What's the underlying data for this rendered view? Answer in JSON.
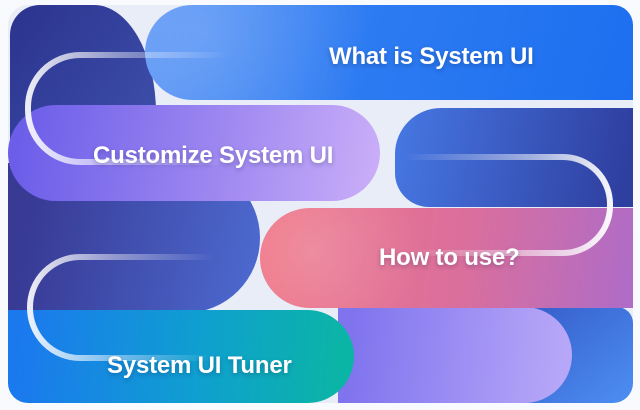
{
  "banner": {
    "kind": "system-ui-topic-banner",
    "topics": [
      {
        "label": "What is System UI",
        "color_start": "#5e97f5",
        "color_end": "#1d6ff0"
      },
      {
        "label": "Customize System UI",
        "color_start": "#6c5ee9",
        "color_end": "#c9adf8"
      },
      {
        "label": "How to use?",
        "color_start": "#ee7486",
        "color_end": "#b06cc6"
      },
      {
        "label": "System UI Tuner",
        "color_start": "#1b79ee",
        "color_end": "#0bb5a5"
      }
    ],
    "text_color": "#ffffff",
    "card_background": "#e9edf7",
    "page_background": "#f8fafd",
    "decor": {
      "indigo_blob_top_left": "#2c3590",
      "indigo_blob_middle_left": "#383a94",
      "blue_blob_middle_right": "#3353c0",
      "blue_shape_bottom_right": "#2b47b8",
      "lavender_pill_bottom_right": "#8d80f0",
      "outline_stroke": "#ffffff"
    }
  }
}
